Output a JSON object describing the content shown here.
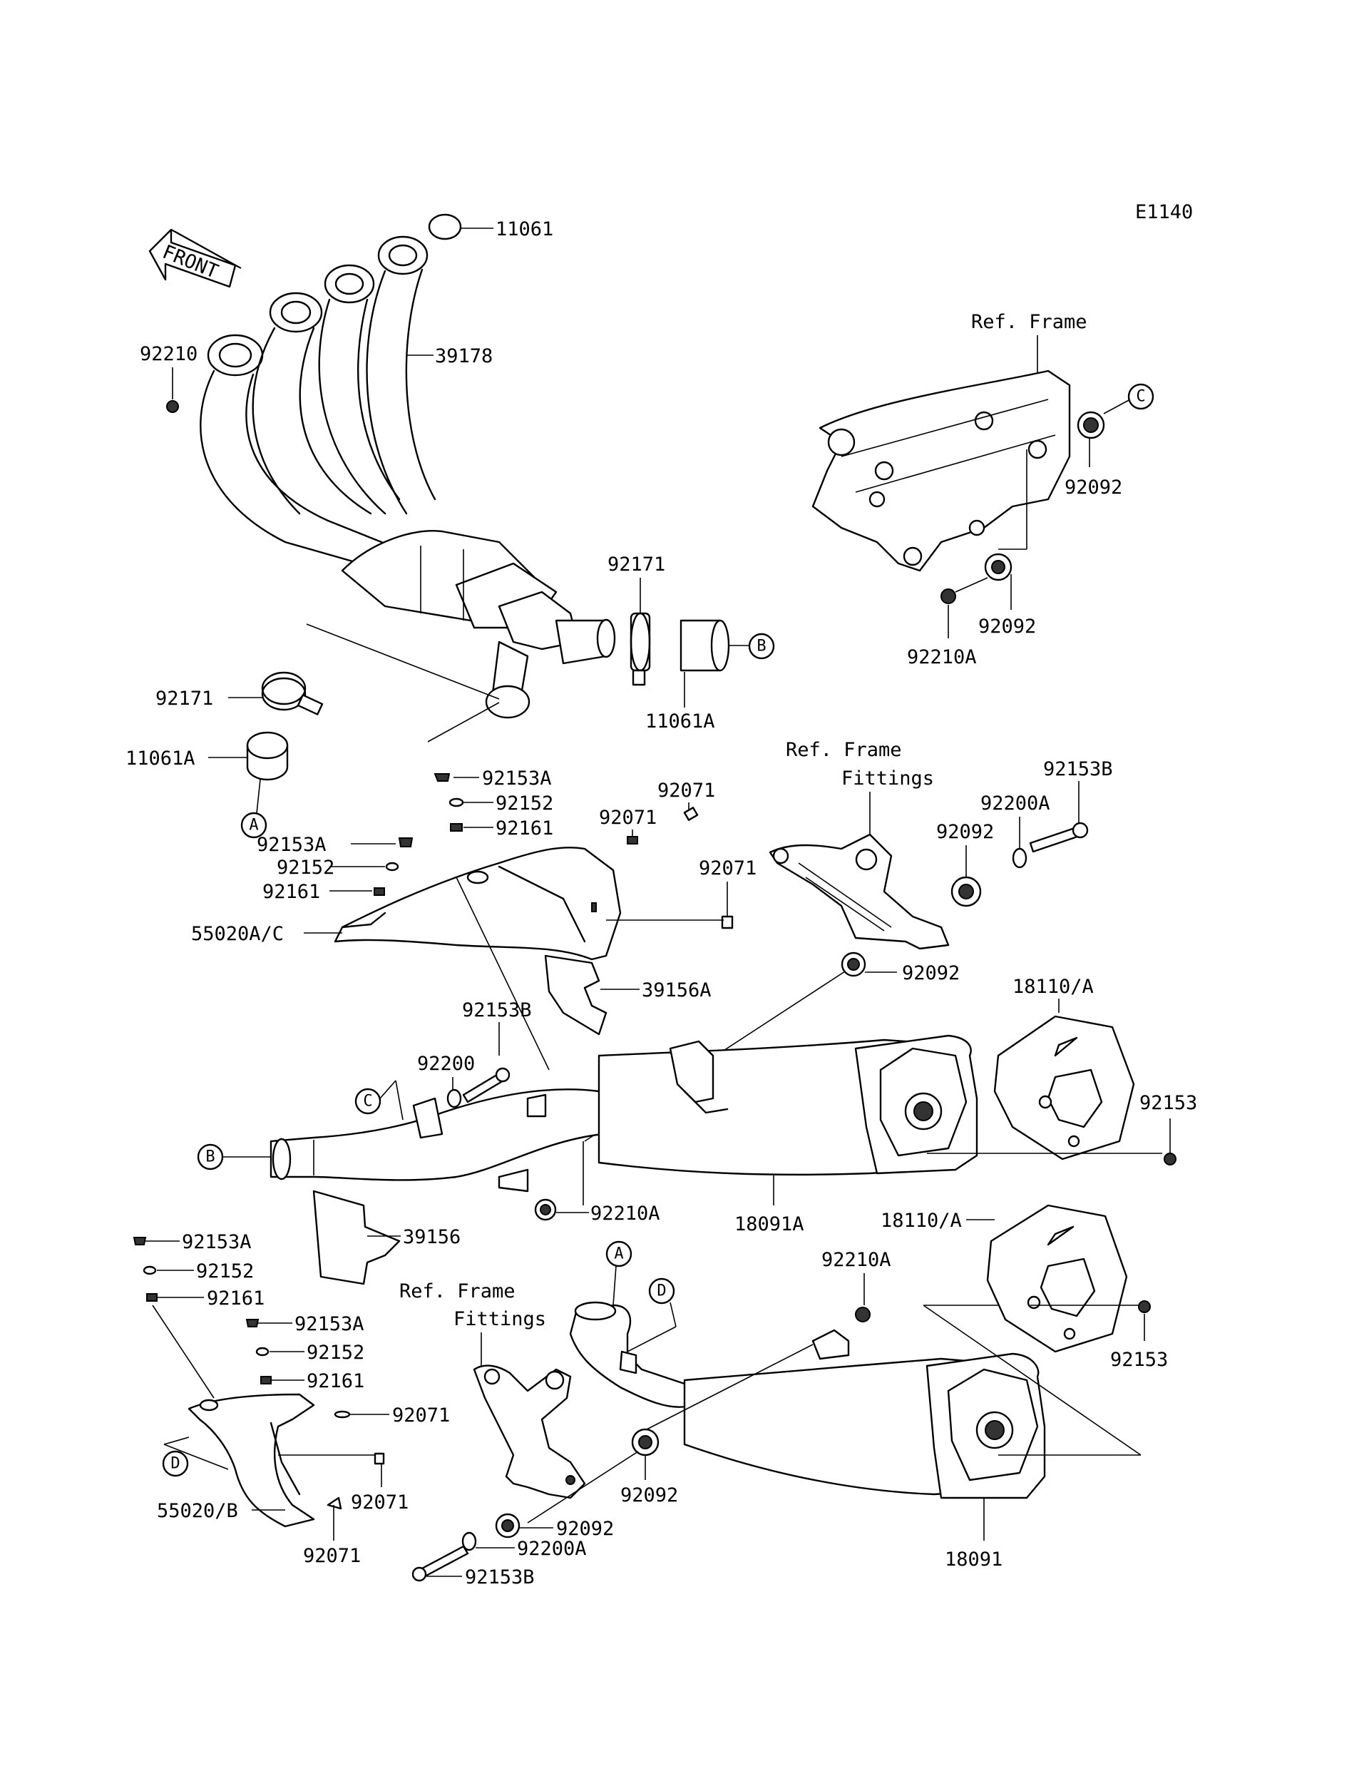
{
  "diagram_code": "E1140",
  "front_label": "FRONT",
  "callout_letters": {
    "a": "A",
    "b": "B",
    "c": "C",
    "d": "D"
  },
  "ref_labels": {
    "ref_frame": "Ref. Frame",
    "ref_frame_fittings_line1": "Ref. Frame",
    "ref_frame_fittings_line2": "Fittings"
  },
  "parts": {
    "p11061": "11061",
    "p39178": "39178",
    "p92210": "92210",
    "p92171": "92171",
    "p11061A": "11061A",
    "p92092": "92092",
    "p92210A": "92210A",
    "p92153A": "92153A",
    "p92152": "92152",
    "p92161": "92161",
    "p92071": "92071",
    "p55020AC": "55020A/C",
    "p39156A": "39156A",
    "p92153B": "92153B",
    "p92200A": "92200A",
    "p92200": "92200",
    "p18110A": "18110/A",
    "p92153": "92153",
    "p18091A": "18091A",
    "p39156": "39156",
    "p55020B": "55020/B",
    "p18091": "18091"
  }
}
